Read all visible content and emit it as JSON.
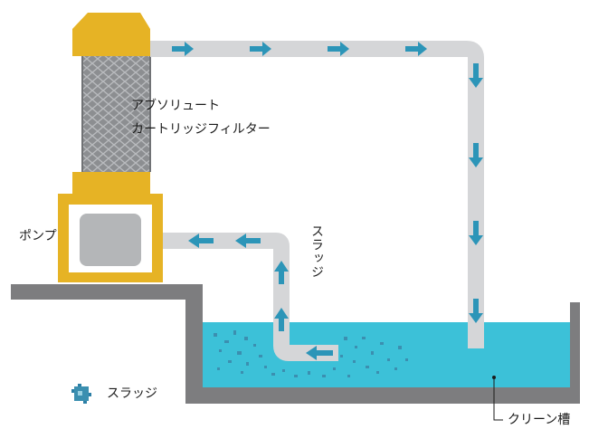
{
  "labels": {
    "filter_line1": "アブソリュート",
    "filter_line2": "カートリッジフィルター",
    "pump": "ポンプ",
    "sludge_pipe": "スラッジ",
    "sludge_legend": "スラッジ",
    "clean_tank": "クリーン槽"
  },
  "colors": {
    "filter_cap": "#e6b325",
    "pump_frame": "#e6b325",
    "pump_body": "#b4b6b8",
    "pipe": "#d5d6d8",
    "arrow": "#2c95b8",
    "water": "#3cc1d8",
    "floor": "#7d7d7f",
    "sludge_particle": "#3b8fb0"
  },
  "icons": {
    "flow_arrow": "arrow-icon",
    "sludge_legend": "sludge-particle-icon",
    "filter_mesh": "mesh-pattern"
  }
}
